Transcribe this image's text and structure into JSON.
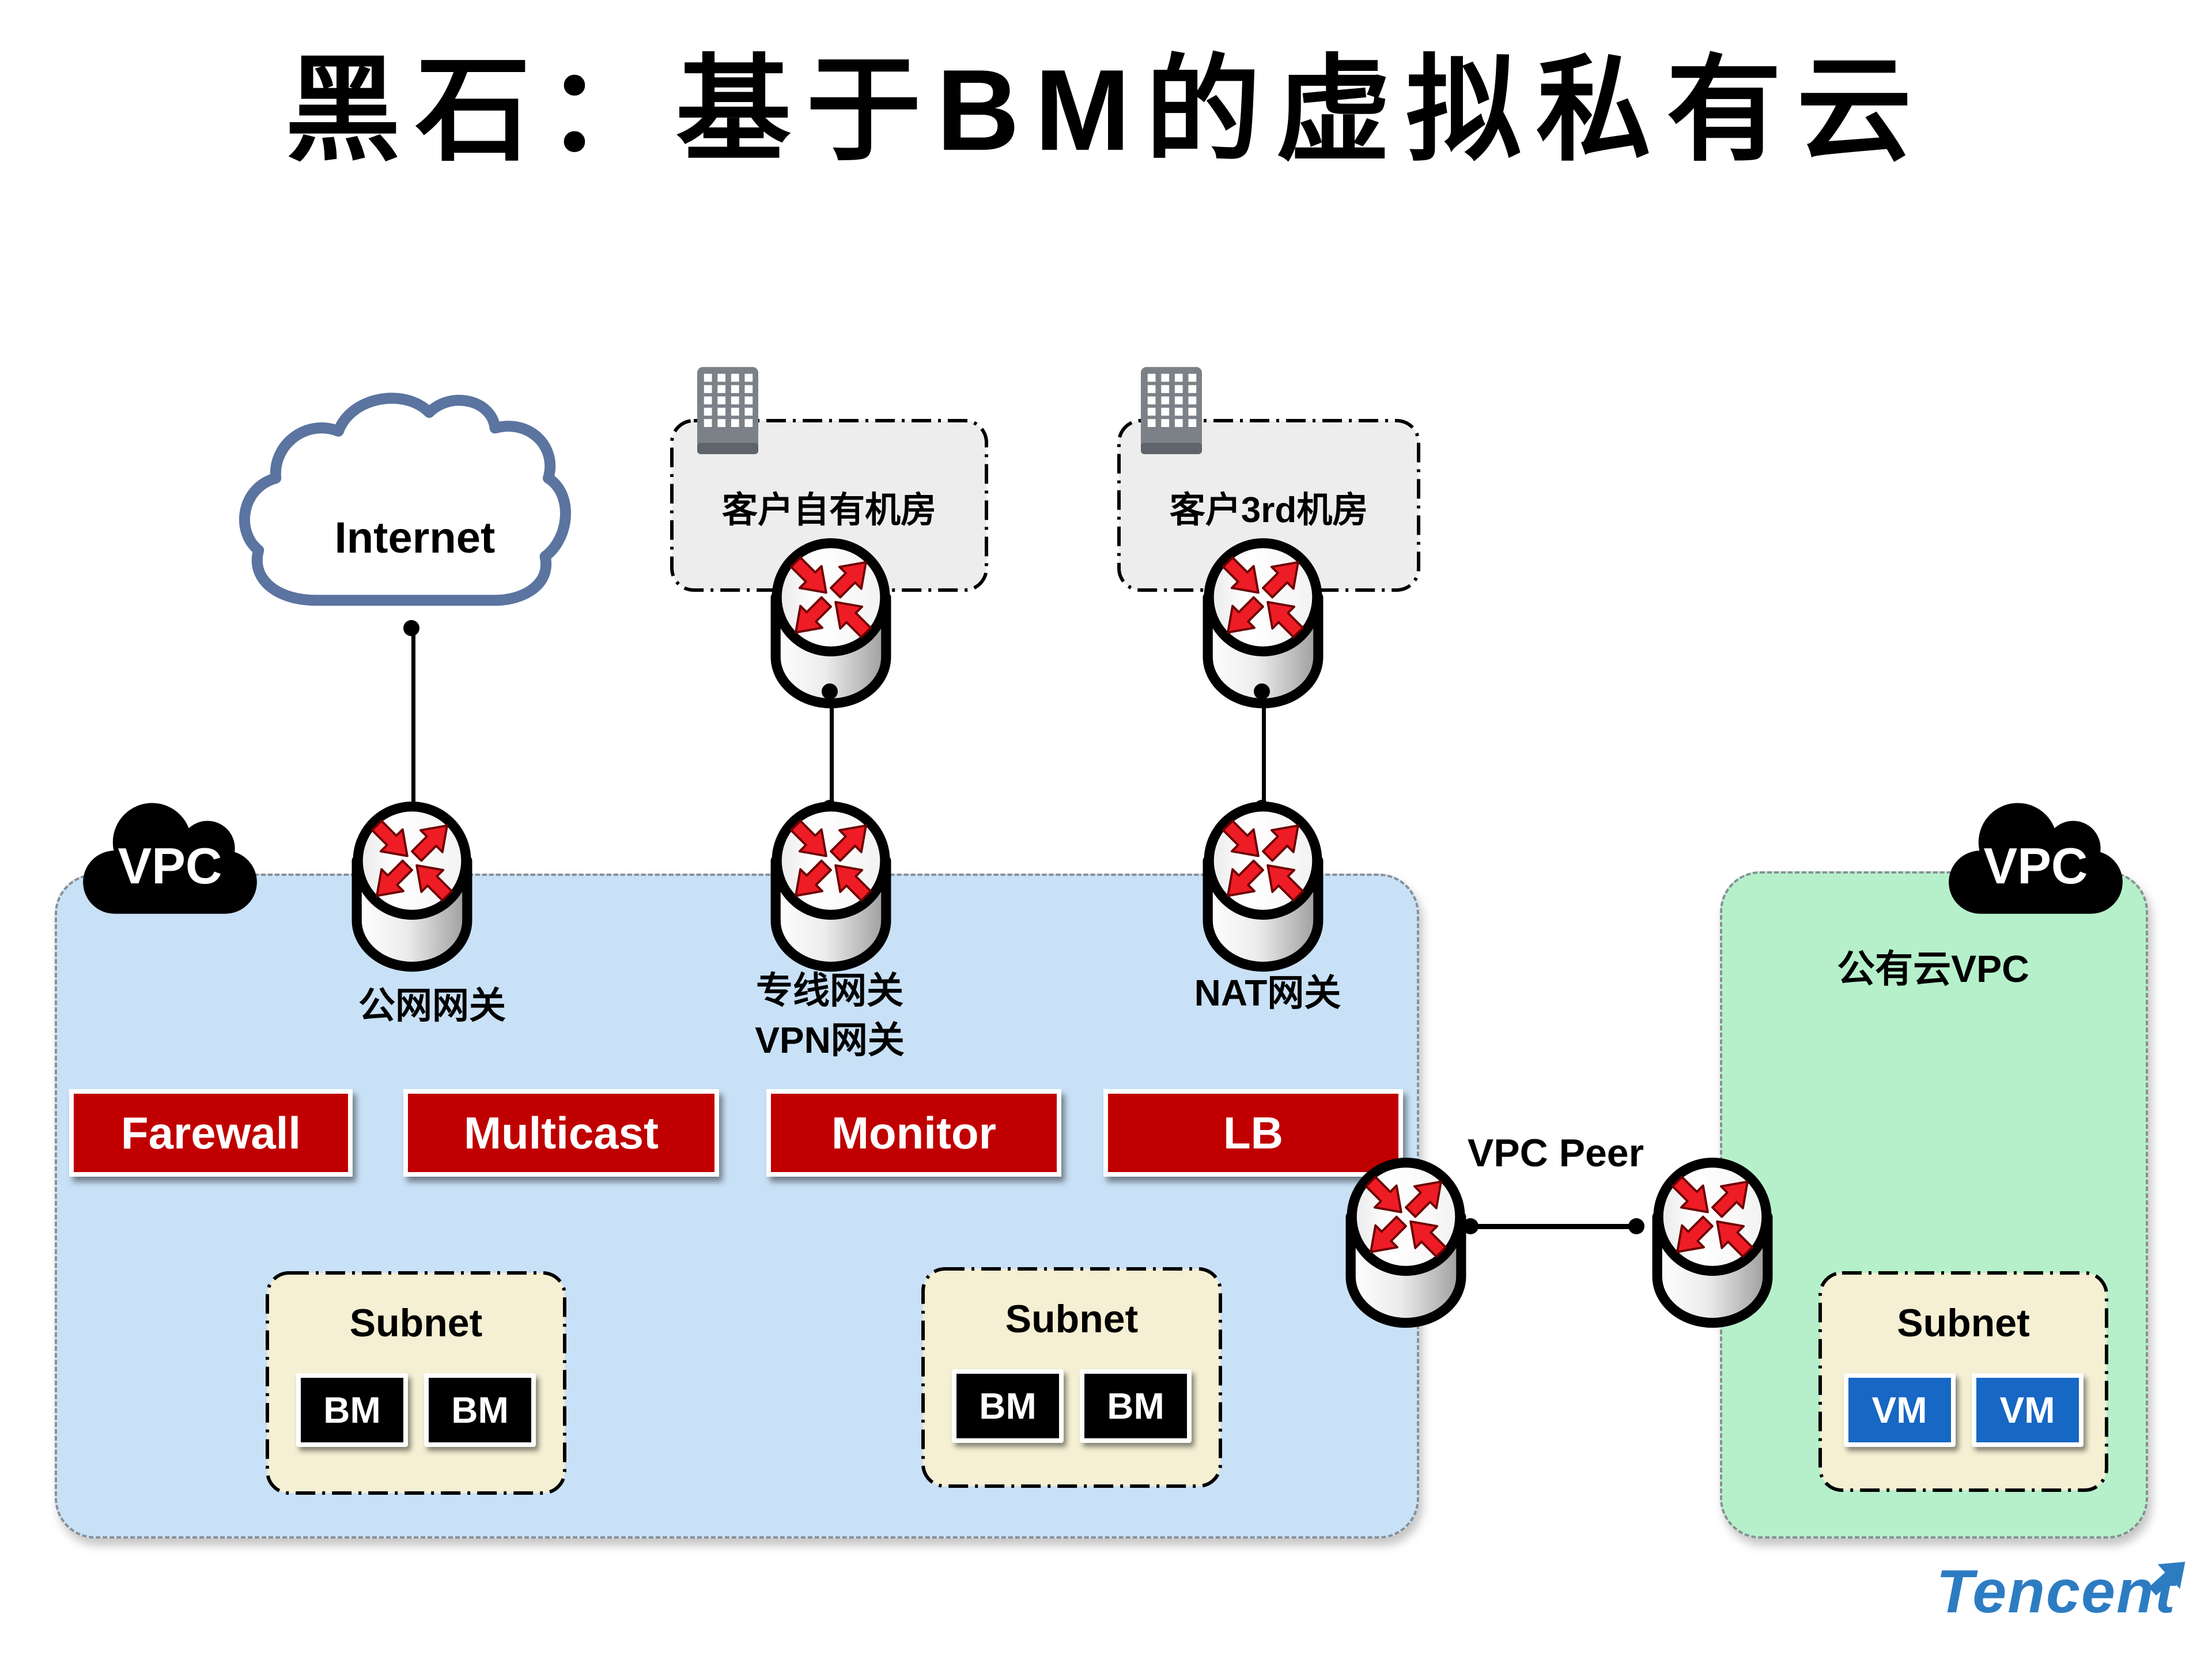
{
  "title": "黑石：基于BM的虚拟私有云",
  "internet": {
    "label": "Internet"
  },
  "datacenters": [
    {
      "label": "客户自有机房"
    },
    {
      "label": "客户3rd机房"
    }
  ],
  "vpc_bm": {
    "cloud_label": "VPC"
  },
  "vpc_public": {
    "cloud_label": "VPC",
    "label": "公有云VPC"
  },
  "gateways": {
    "public": "公网网关",
    "direct_line1": "专线网关",
    "direct_line2": "VPN网关",
    "nat": "NAT网关"
  },
  "services": [
    {
      "label": "Farewall"
    },
    {
      "label": "Multicast"
    },
    {
      "label": "Monitor"
    },
    {
      "label": "LB"
    }
  ],
  "vpc_peer": {
    "label": "VPC Peer"
  },
  "subnets": [
    {
      "label": "Subnet",
      "nodes": [
        "BM",
        "BM"
      ]
    },
    {
      "label": "Subnet",
      "nodes": [
        "BM",
        "BM"
      ]
    },
    {
      "label": "Subnet",
      "nodes": [
        "VM",
        "VM"
      ]
    }
  ],
  "logo": {
    "text": "Tencent"
  },
  "colors": {
    "bm_vpc_fill": "#C9E1F7",
    "public_vpc_fill": "#B6F0CB",
    "subnet_fill": "#F5EFD3",
    "datacenter_fill": "#EDEDED",
    "service_red": "#C00000",
    "vm_blue": "#1767C4",
    "bm_black": "#000000",
    "internet_cloud_stroke": "#5B74A0",
    "router_arrow_red": "#EE1C25",
    "tencent_blue": "#2D7CC2"
  }
}
